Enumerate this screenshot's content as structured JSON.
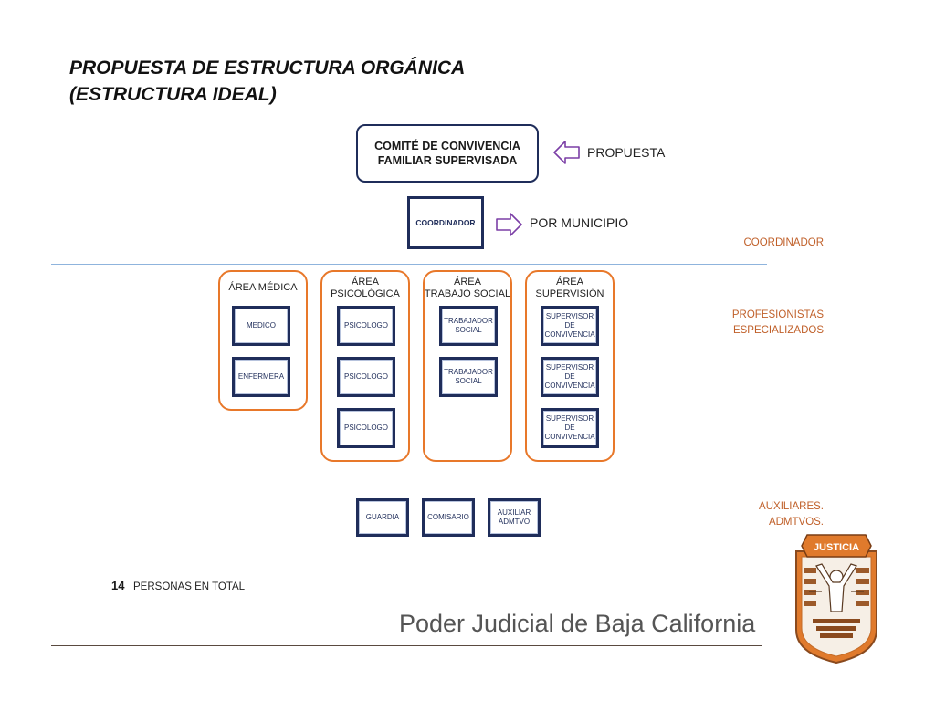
{
  "title": {
    "line1": "PROPUESTA DE ESTRUCTURA ORGÁNICA",
    "line2": "(ESTRUCTURA IDEAL)"
  },
  "committee": {
    "line1": "COMITÉ DE CONVIVENCIA",
    "line2": "FAMILIAR SUPERVISADA"
  },
  "propuesta_label": "PROPUESTA",
  "coordinator_box": "COORDINADOR",
  "por_municipio_label": "POR MUNICIPIO",
  "levels": {
    "coordinador": "COORDINADOR",
    "profesionistas_line1": "PROFESIONISTAS",
    "profesionistas_line2": "ESPECIALIZADOS",
    "auxiliares_line1": "AUXILIARES.",
    "auxiliares_line2": "ADMTVOS."
  },
  "areas": {
    "medica": {
      "title1": "ÁREA MÉDICA",
      "roles": [
        "MEDICO",
        "ENFERMERA"
      ]
    },
    "psicologica": {
      "title1": "ÁREA",
      "title2": "PSICOLÓGICA",
      "roles": [
        "PSICOLOGO",
        "PSICOLOGO",
        "PSICOLOGO"
      ]
    },
    "trabajo_social": {
      "title1": "ÁREA",
      "title2": "TRABAJO SOCIAL",
      "roles": [
        [
          "TRABAJADOR",
          "SOCIAL"
        ],
        [
          "TRABAJADOR",
          "SOCIAL"
        ]
      ]
    },
    "supervision": {
      "title1": "ÁREA",
      "title2": "SUPERVISIÓN",
      "roles": [
        [
          "SUPERVISOR",
          "DE",
          "CONVIVENCIA"
        ],
        [
          "SUPERVISOR",
          "DE",
          "CONVIVENCIA"
        ],
        [
          "SUPERVISOR",
          "DE",
          "CONVIVENCIA"
        ]
      ]
    }
  },
  "auxiliary": {
    "guardia": "GUARDIA",
    "comisario": "COMISARIO",
    "auxiliar_line1": "AUXILIAR",
    "auxiliar_line2": "ADMTVO"
  },
  "total": {
    "number": "14",
    "label": "PERSONAS EN TOTAL"
  },
  "footer_brand": "Poder Judicial de Baja California",
  "logo": {
    "banner": "JUSTICIA"
  },
  "colors": {
    "navy": "#1f2d5a",
    "orange": "#e8782a",
    "purple": "#7b3fa6",
    "level_label": "#c0602a",
    "divider": "#8fb4dd"
  }
}
